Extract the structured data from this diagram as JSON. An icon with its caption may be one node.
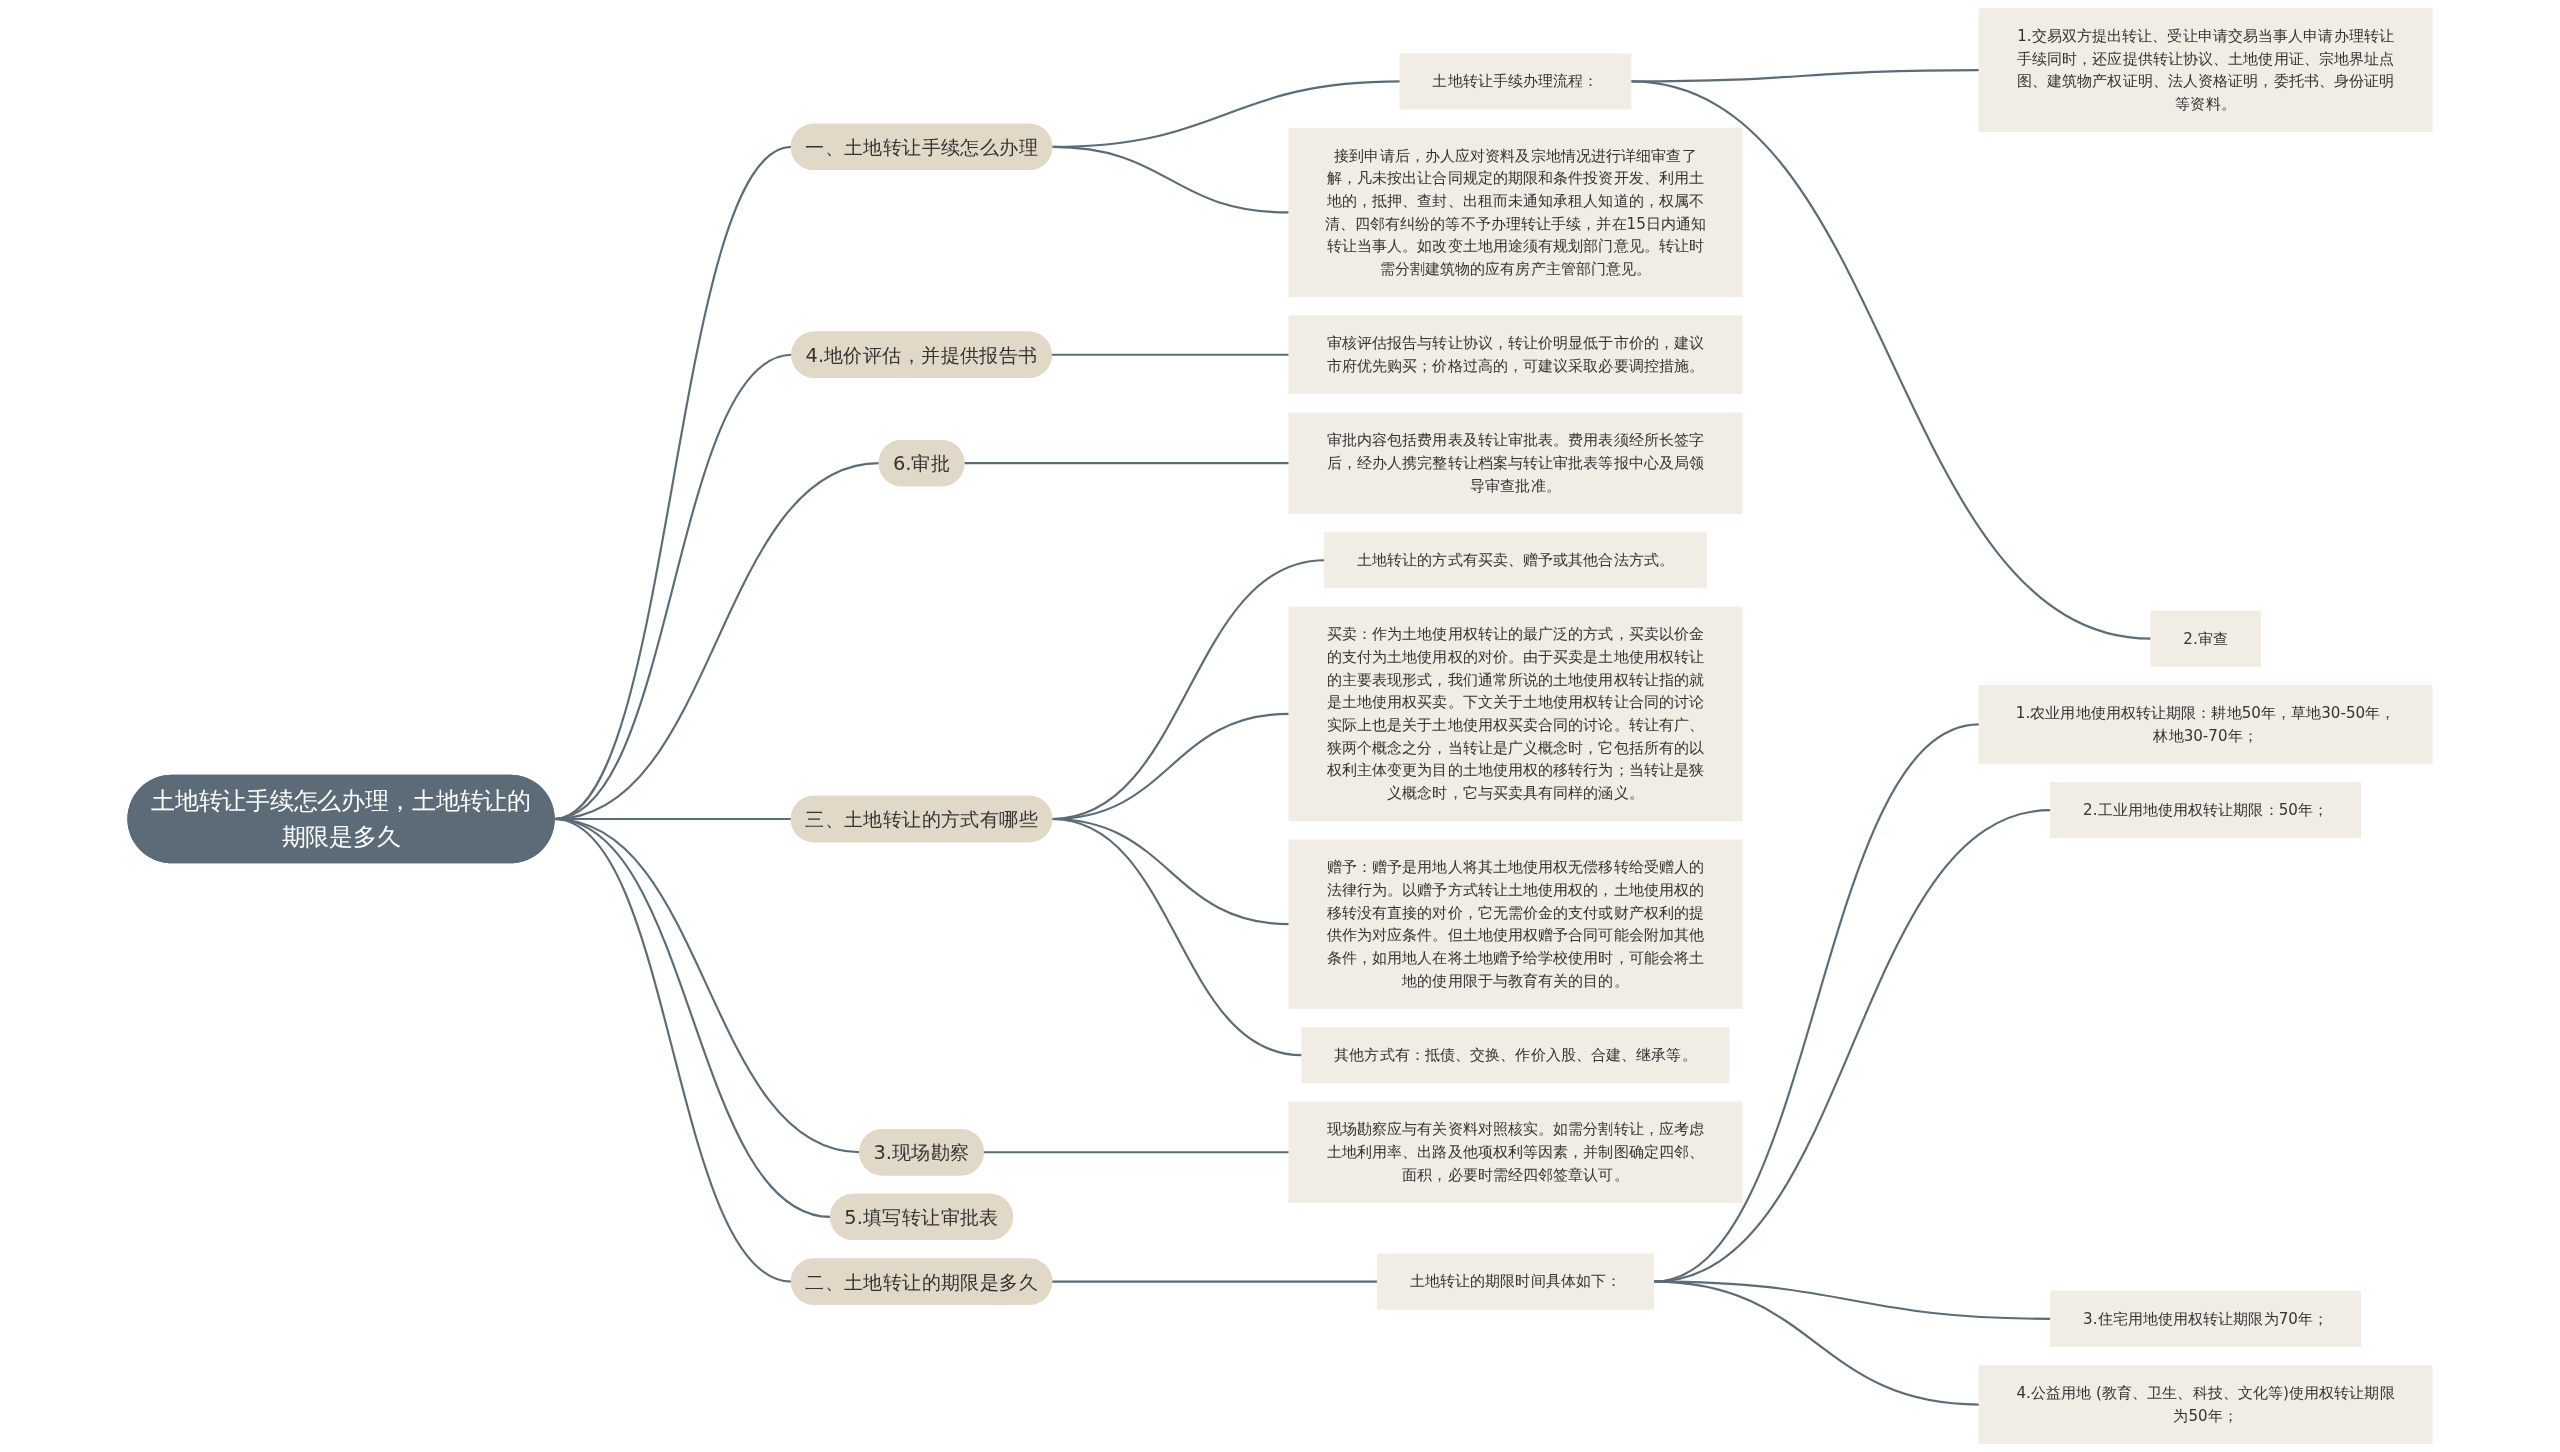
{
  "diagram": {
    "nodes": [
      {
        "text": [
          "土地转让手续怎么办理，土地转让的期限是多久"
        ]
      },
      {
        "text": [
          "一、土地转让手续怎么办理"
        ]
      },
      {
        "text": [
          "土地转让手续办理流程："
        ]
      },
      {
        "text": [
          "1.交易双方提出转让、受让申请交易当事人申请办理转让手续同时，还应提供转让协议、土地使用证、宗地界址点图、建筑物产权证明、法人资格证明，委托书、身份证明等资料。"
        ]
      },
      {
        "text": [
          "2.审查"
        ]
      },
      {
        "text": [
          "接到申请后，办人应对资料及宗地情况进行详细审查了解，凡未按出让合同规定的期限和条件投资开发、利用土地的，抵押、查封、出租而未通知承租人知道的，权属不清、四邻有纠纷的等不予办理转让手续，并在15日内通知转让当事人。如改变土地用途须有规划部门意见。转让时需分割建筑物的应有房产主管部门意见。"
        ]
      },
      {
        "text": [
          "4.地价评估，并提供报告书"
        ]
      },
      {
        "text": [
          "审核评估报告与转让协议，转让价明显低于市价的，建议市府优先购买；价格过高的，可建议采取必要调控措施。"
        ]
      },
      {
        "text": [
          "6.审批"
        ]
      },
      {
        "text": [
          "审批内容包括费用表及转让审批表。费用表须经所长签字后，经办人携完整转让档案与转让审批表等报中心及局领导审查批准。"
        ]
      },
      {
        "text": [
          "三、土地转让的方式有哪些"
        ]
      },
      {
        "text": [
          "土地转让的方式有买卖、赠予或其他合法方式。"
        ]
      },
      {
        "text": [
          "买卖：作为土地使用权转让的最广泛的方式，买卖以价金的支付为土地使用权的对价。由于买卖是土地使用权转让的主要表现形式，我们通常所说的土地使用权转让指的就是土地使用权买卖。下文关于土地使用权转让合同的讨论实际上也是关于土地使用权买卖合同的讨论。转让有广、狭两个概念之分，当转让是广义概念时，它包括所有的以权利主体变更为目的土地使用权的移转行为；当转让是狭义概念时，它与买卖具有同样的涵义。"
        ]
      },
      {
        "text": [
          "赠予：赠予是用地人将其土地使用权无偿移转给受赠人的法律行为。以赠予方式转让土地使用权的，土地使用权的移转没有直接的对价，它无需价金的支付或财产权利的提供作为对应条件。但土地使用权赠予合同可能会附加其他条件，如用地人在将土地赠予给学校使用时，可能会将土地的使用限于与教育有关的目的。"
        ]
      },
      {
        "text": [
          "其他方式有：抵债、交换、作价入股、合建、继承等。"
        ]
      },
      {
        "text": [
          "3.现场勘察"
        ]
      },
      {
        "text": [
          "现场勘察应与有关资料对照核实。如需分割转让，应考虑土地利用率、出路及他项权利等因素，并制图确定四邻、面积，必要时需经四邻签章认可。"
        ]
      },
      {
        "text": [
          "5.填写转让审批表"
        ]
      },
      {
        "text": [
          "二、土地转让的期限是多久"
        ]
      },
      {
        "text": [
          "土地转让的期限时间具体如下："
        ]
      },
      {
        "text": [
          "1.农业用地使用权转让期限：耕地50年，草地30-50年，林地30-70年；"
        ]
      },
      {
        "text": [
          "2.工业用地使用权转让期限：50年；"
        ]
      },
      {
        "text": [
          "3.住宅用地使用权转让期限为70年；"
        ]
      },
      {
        "text": [
          "4.公益用地 (教育、卫生、科技、文化等)使用权转让期限为50年；"
        ]
      }
    ],
    "edges": [
      {
        "from": 0,
        "to": 1,
        "arrow": "none"
      },
      {
        "from": 1,
        "to": 2,
        "arrow": "none"
      },
      {
        "from": 2,
        "to": 3,
        "arrow": "none"
      },
      {
        "from": 2,
        "to": 4,
        "arrow": "none"
      },
      {
        "from": 1,
        "to": 5,
        "arrow": "none"
      },
      {
        "from": 0,
        "to": 6,
        "arrow": "none"
      },
      {
        "from": 6,
        "to": 7,
        "arrow": "none"
      },
      {
        "from": 0,
        "to": 8,
        "arrow": "none"
      },
      {
        "from": 8,
        "to": 9,
        "arrow": "none"
      },
      {
        "from": 0,
        "to": 10,
        "arrow": "none"
      },
      {
        "from": 10,
        "to": 11,
        "arrow": "none"
      },
      {
        "from": 10,
        "to": 12,
        "arrow": "none"
      },
      {
        "from": 10,
        "to": 13,
        "arrow": "none"
      },
      {
        "from": 10,
        "to": 14,
        "arrow": "none"
      },
      {
        "from": 0,
        "to": 15,
        "arrow": "none"
      },
      {
        "from": 15,
        "to": 16,
        "arrow": "none"
      },
      {
        "from": 0,
        "to": 17,
        "arrow": "none"
      },
      {
        "from": 0,
        "to": 18,
        "arrow": "none"
      },
      {
        "from": 18,
        "to": 19,
        "arrow": "none"
      },
      {
        "from": 19,
        "to": 20,
        "arrow": "none"
      },
      {
        "from": 19,
        "to": 21,
        "arrow": "none"
      },
      {
        "from": 19,
        "to": 22,
        "arrow": "none"
      },
      {
        "from": 19,
        "to": 23,
        "arrow": "none"
      }
    ]
  }
}
